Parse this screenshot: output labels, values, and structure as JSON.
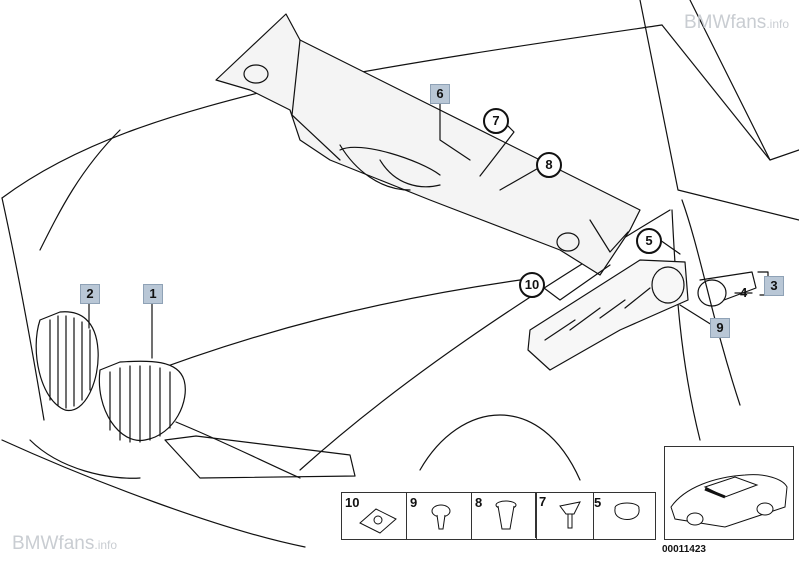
{
  "watermark": {
    "brand": "BMWfans",
    "suffix": ".info"
  },
  "callouts": {
    "c1": "1",
    "c2": "2",
    "c3": "3",
    "c4": "4",
    "c5": "5",
    "c6": "6",
    "c7": "7",
    "c8": "8",
    "c9": "9",
    "c10": "10"
  },
  "parts_strip": [
    "10",
    "9",
    "8",
    "7",
    "5"
  ],
  "diagram_id": "00011423"
}
